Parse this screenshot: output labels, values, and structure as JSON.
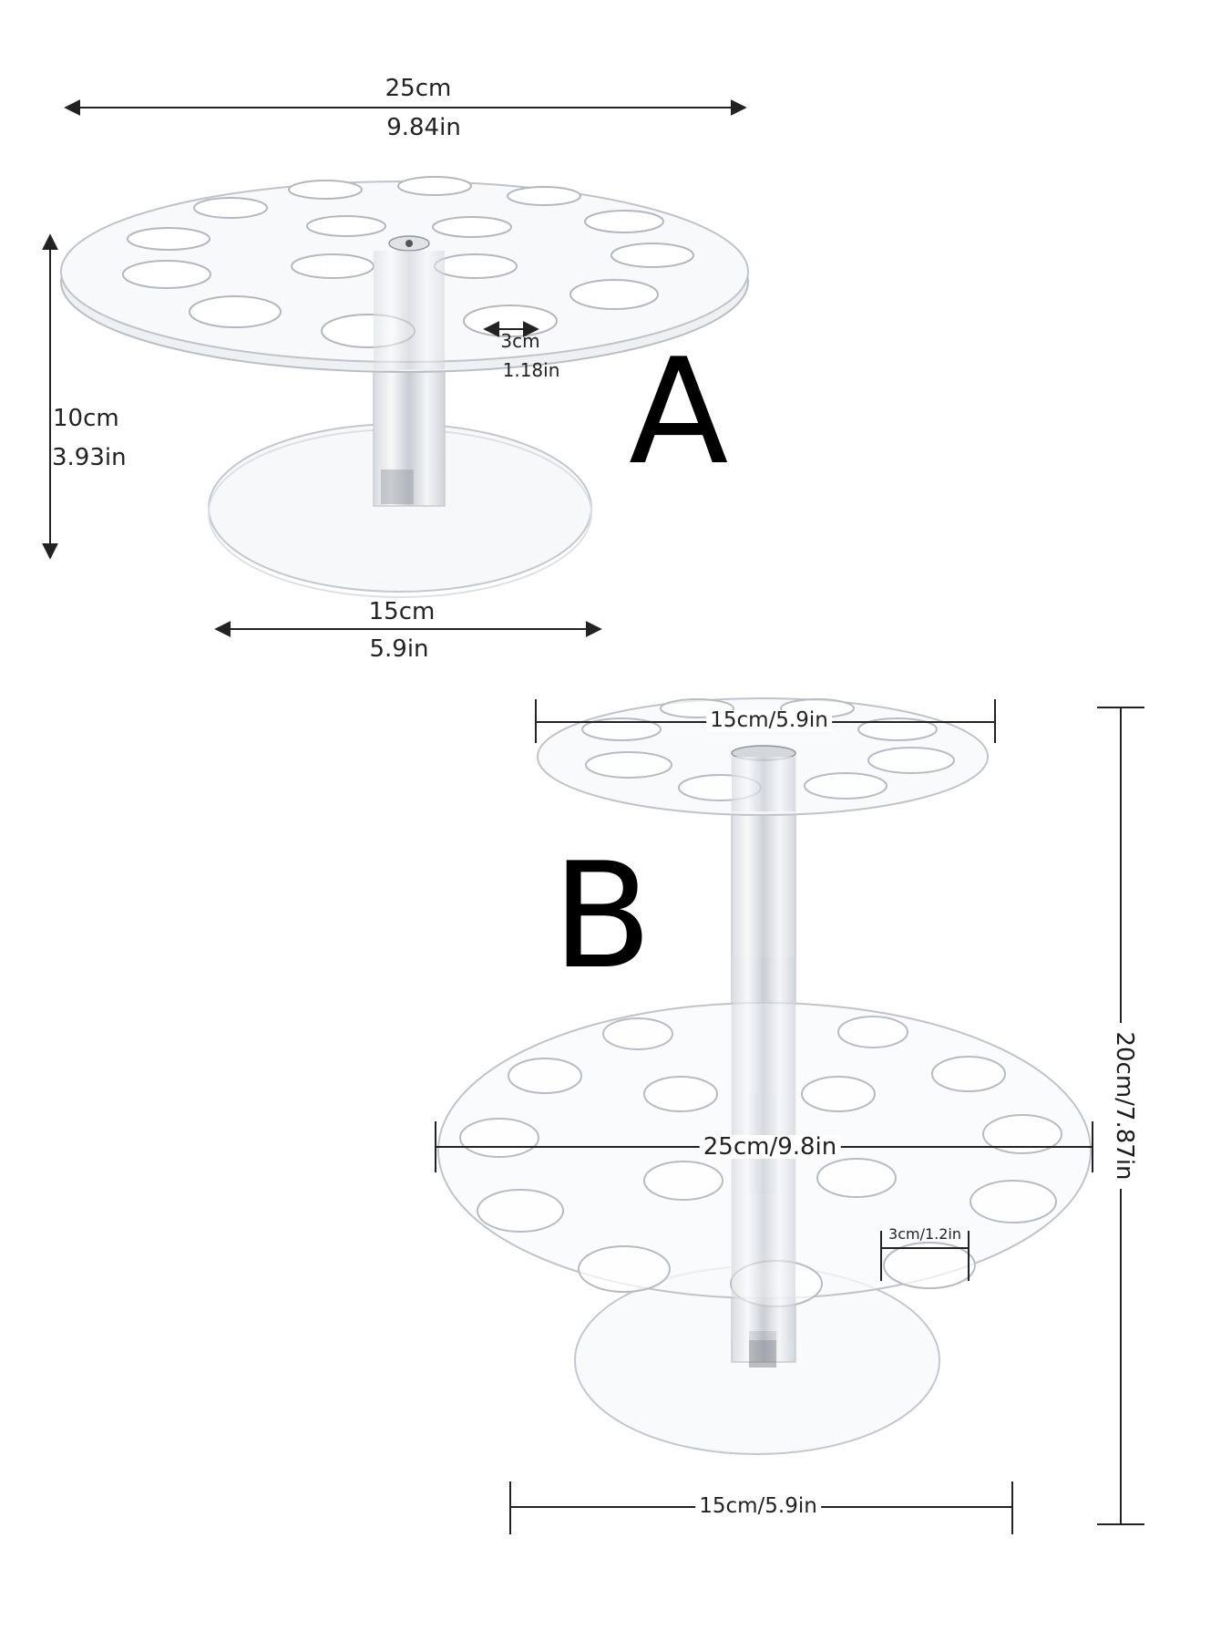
{
  "product_a": {
    "letter": "A",
    "top_diameter_cm": "25cm",
    "top_diameter_in": "9.84in",
    "height_cm": "10cm",
    "height_in": "3.93in",
    "base_diameter_cm": "15cm",
    "base_diameter_in": "5.9in",
    "hole_cm": "3cm",
    "hole_in": "1.18in"
  },
  "product_b": {
    "letter": "B",
    "top_tier": "15cm/5.9in",
    "bottom_tier": "25cm/9.8in",
    "height": "20cm/7.87in",
    "hole": "3cm/1.2in",
    "base": "15cm/5.9in"
  },
  "colors": {
    "acrylic_edge": "#b9bec4",
    "acrylic_fill": "#f6f8fa",
    "dimension_line": "#222222"
  }
}
